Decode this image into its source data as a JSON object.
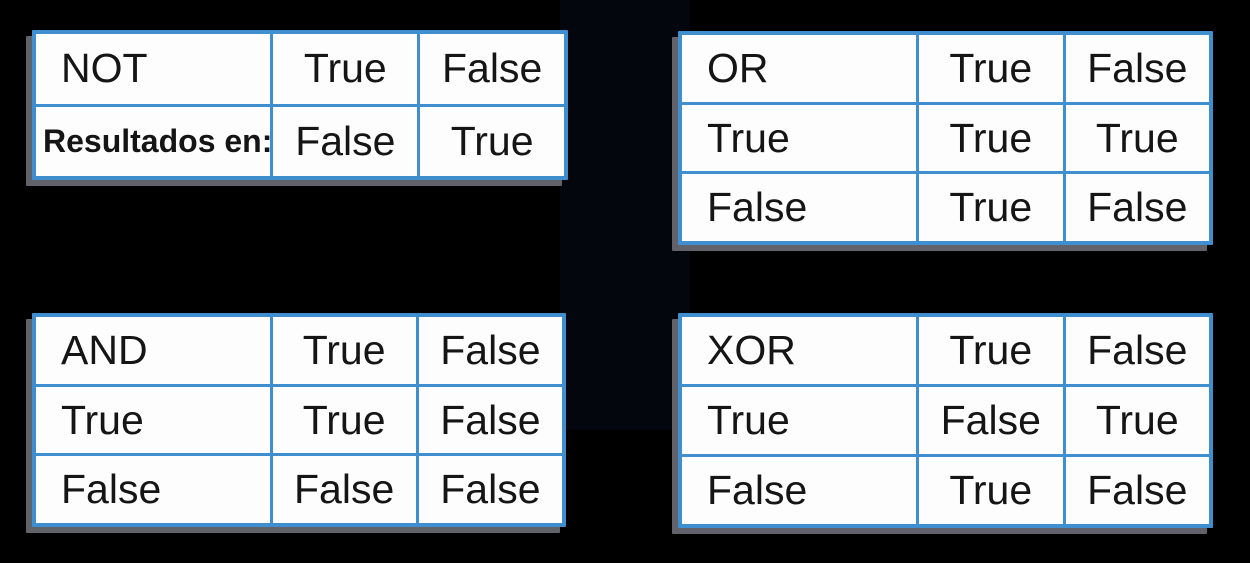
{
  "page": {
    "background_color": "#000000",
    "grid_color": "#3e8ed0",
    "shadow_color": "#62626a",
    "cell_color": "#fdfdfe",
    "text_color": "#151515"
  },
  "tables": {
    "not": {
      "operator": "NOT",
      "rows": [
        [
          "NOT",
          "True",
          "False"
        ],
        [
          "Resultados en:",
          "False",
          "True"
        ]
      ]
    },
    "or": {
      "operator": "OR",
      "rows": [
        [
          "OR",
          "True",
          "False"
        ],
        [
          "True",
          "True",
          "True"
        ],
        [
          "False",
          "True",
          "False"
        ]
      ]
    },
    "and": {
      "operator": "AND",
      "rows": [
        [
          "AND",
          "True",
          "False"
        ],
        [
          "True",
          "True",
          "False"
        ],
        [
          "False",
          "False",
          "False"
        ]
      ]
    },
    "xor": {
      "operator": "XOR",
      "rows": [
        [
          "XOR",
          "True",
          "False"
        ],
        [
          "True",
          "False",
          "True"
        ],
        [
          "False",
          "True",
          "False"
        ]
      ]
    }
  }
}
